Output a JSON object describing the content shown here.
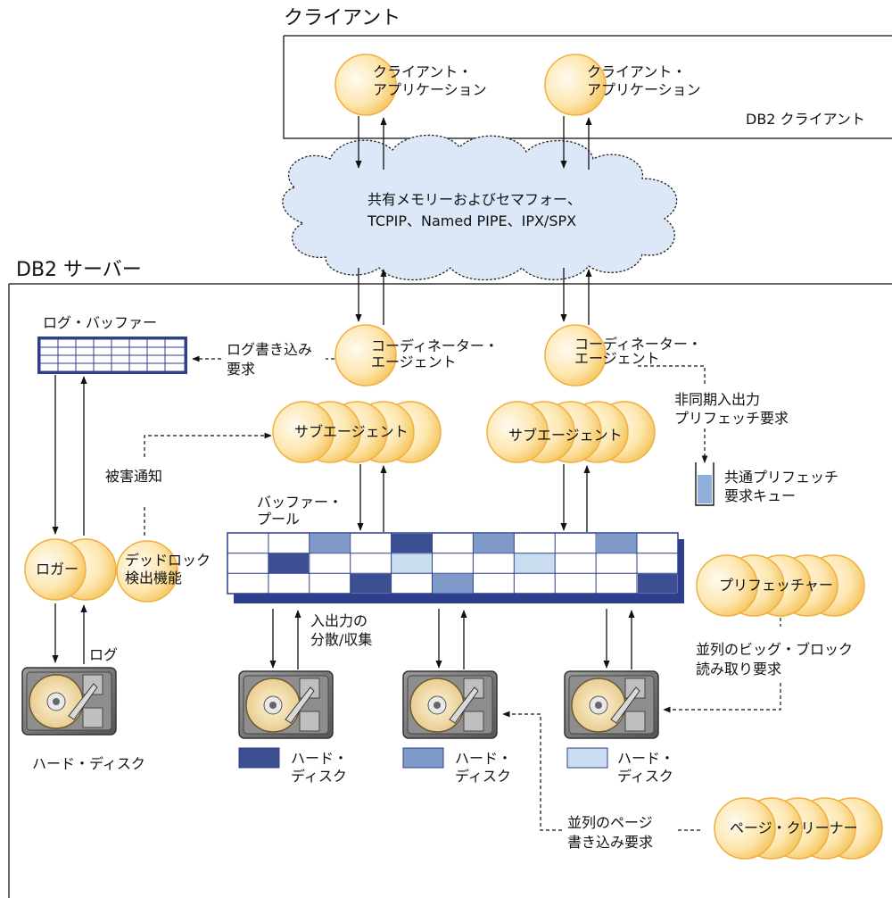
{
  "client": {
    "title": "クライアント",
    "box_label": "DB2 クライアント",
    "apps": [
      {
        "line1": "クライアント・",
        "line2": "アプリケーション"
      },
      {
        "line1": "クライアント・",
        "line2": "アプリケーション"
      }
    ]
  },
  "network": {
    "line1": "共有メモリーおよびセマフォー、",
    "line2": "TCPIP、Named PIPE、IPX/SPX"
  },
  "server": {
    "title": "DB2 サーバー",
    "log_buffer": "ログ・バッファー",
    "log_write_request": {
      "line1": "ログ書き込み",
      "line2": "要求"
    },
    "coordinators": [
      {
        "line1": "コーディネーター・",
        "line2": "エージェント"
      },
      {
        "line1": "コーディネーター・",
        "line2": "エージェント"
      }
    ],
    "async_io": {
      "line1": "非同期入出力",
      "line2": "プリフェッチ要求"
    },
    "subagents": [
      "サブエージェント",
      "サブエージェント"
    ],
    "damage_notice": "被害通知",
    "prefetch_queue": {
      "line1": "共通プリフェッチ",
      "line2": "要求キュー"
    },
    "buffer_pool": {
      "line1": "バッファー・",
      "line2": "プール"
    },
    "logger": "ロガー",
    "deadlock": {
      "line1": "デッドロック",
      "line2": "検出機能"
    },
    "prefetcher": "プリフェッチャー",
    "scatter_gather": {
      "line1": "入出力の",
      "line2": "分散/収集"
    },
    "log": "ログ",
    "big_block": {
      "line1": "並列のビッグ・ブロック",
      "line2": "読み取り要求"
    },
    "hard_disk": "ハード・ディスク",
    "legend": [
      {
        "line1": "ハード・",
        "line2": "ディスク",
        "color": "#3d4f93"
      },
      {
        "line1": "ハード・",
        "line2": "ディスク",
        "color": "#7f9ac8"
      },
      {
        "line1": "ハード・",
        "line2": "ディスク",
        "color": "#c9dcf0"
      }
    ],
    "page_write": {
      "line1": "並列のページ",
      "line2": "書き込み要求"
    },
    "page_cleaner": "ページ・クリーナー"
  },
  "colors": {
    "agent_fill": "#fde7b0",
    "agent_stroke": "#f2b63c",
    "cloud_fill": "#dce8f7",
    "dark_block": "#3d4f93",
    "mid_block": "#7f9ac8",
    "light_block": "#c9dcf0",
    "buffer_border": "#2c3e8c"
  }
}
